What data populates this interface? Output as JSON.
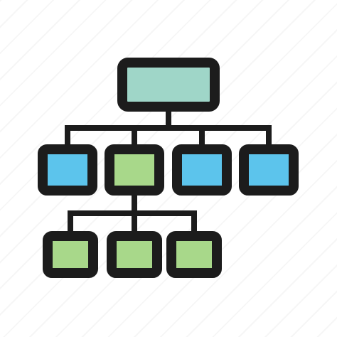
{
  "icon": {
    "name": "org-chart-hierarchy-icon",
    "colors": {
      "stroke": "#1c1c1c",
      "root_fill": "#9fd6c8",
      "blue_fill": "#5cc4ec",
      "green_fill": "#a8d88a"
    },
    "nodes": [
      {
        "id": "root",
        "level": 0,
        "fill": "root_fill"
      },
      {
        "id": "level1-a",
        "level": 1,
        "fill": "blue_fill"
      },
      {
        "id": "level1-b",
        "level": 1,
        "fill": "green_fill"
      },
      {
        "id": "level1-c",
        "level": 1,
        "fill": "blue_fill"
      },
      {
        "id": "level1-d",
        "level": 1,
        "fill": "blue_fill"
      },
      {
        "id": "level2-a",
        "level": 2,
        "fill": "green_fill"
      },
      {
        "id": "level2-b",
        "level": 2,
        "fill": "green_fill"
      },
      {
        "id": "level2-c",
        "level": 2,
        "fill": "green_fill"
      }
    ],
    "edges": [
      [
        "root",
        "level1-a"
      ],
      [
        "root",
        "level1-b"
      ],
      [
        "root",
        "level1-c"
      ],
      [
        "root",
        "level1-d"
      ],
      [
        "level1-b",
        "level2-a"
      ],
      [
        "level1-b",
        "level2-b"
      ],
      [
        "level1-b",
        "level2-c"
      ]
    ]
  }
}
